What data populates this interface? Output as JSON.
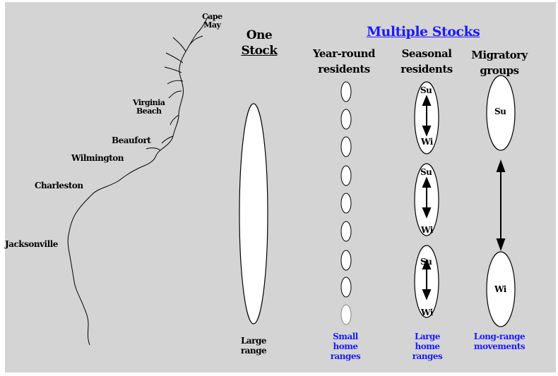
{
  "map": {
    "cities": {
      "cape_may": [
        "Cape",
        "May"
      ],
      "virginia_beach": [
        "Virginia",
        "Beach"
      ],
      "beaufort": "Beaufort",
      "wilmington": "Wilmington",
      "charleston": "Charleston",
      "jacksonville": "Jacksonville"
    }
  },
  "one_stock": {
    "heading": [
      "One",
      "Stock"
    ],
    "caption": [
      "Large",
      "range"
    ]
  },
  "multiple_stocks": {
    "heading": "Multiple Stocks",
    "year_round": {
      "heading": [
        "Year-round",
        "residents"
      ],
      "caption": [
        "Small",
        "home",
        "ranges"
      ]
    },
    "seasonal": {
      "heading": [
        "Seasonal",
        "residents"
      ],
      "caption": [
        "Large",
        "home",
        "ranges"
      ],
      "oval_labels": {
        "top": "Su",
        "bottom": "Wi"
      }
    },
    "migratory": {
      "heading": [
        "Migratory",
        "groups"
      ],
      "caption": [
        "Long-range",
        "movements"
      ],
      "oval_labels": {
        "top": "Su",
        "bottom": "Wi"
      }
    }
  },
  "colors": {
    "background": "#d4d4d4",
    "accent_blue": "#1a1aff"
  }
}
